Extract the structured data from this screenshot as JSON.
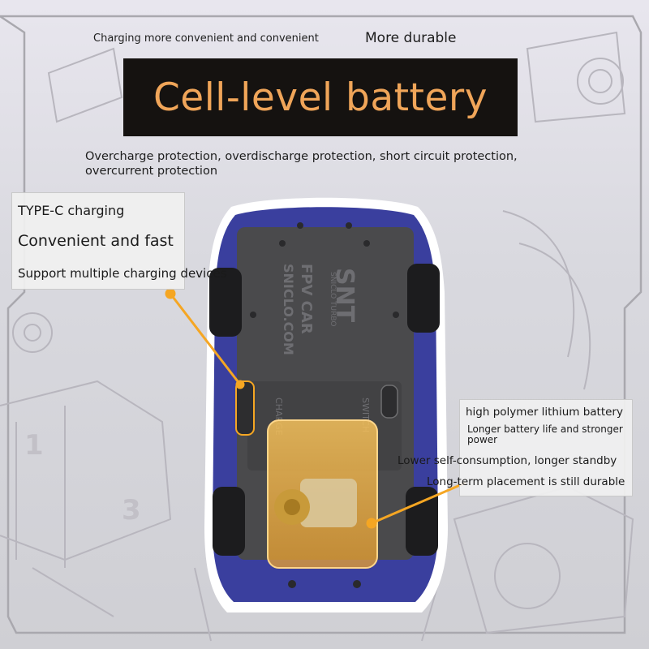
{
  "header": {
    "tagline": "Charging more convenient and convenient",
    "tagline_2": "More durable",
    "title": "Cell-level battery",
    "protection": "Overcharge protection, overdischarge protection, short circuit protection, overcurrent protection"
  },
  "left_callout": {
    "line_1": "TYPE-C charging",
    "line_2": "Convenient and fast",
    "line_3": "Support multiple charging devices"
  },
  "right_callout": {
    "line_1": "high polymer lithium battery",
    "line_2": "Longer battery life and stronger power",
    "line_3": "Lower self-consumption, longer standby",
    "line_4": "Long-term placement is still durable"
  },
  "car_markings": {
    "brand": "SNT",
    "brand_sub": "SNICLO TURBO",
    "model": "FPV CAR",
    "site": "SNICLO.COM",
    "switch_label": "SWITCH",
    "charge_label": "CHARGE"
  },
  "colors": {
    "title_bg": "#151210",
    "title_text": "#f0a559",
    "callout_line": "#f5a623",
    "car_body": "#3a3f9e",
    "chassis": "#4a4a4c",
    "battery_glow": "#f3b547"
  }
}
